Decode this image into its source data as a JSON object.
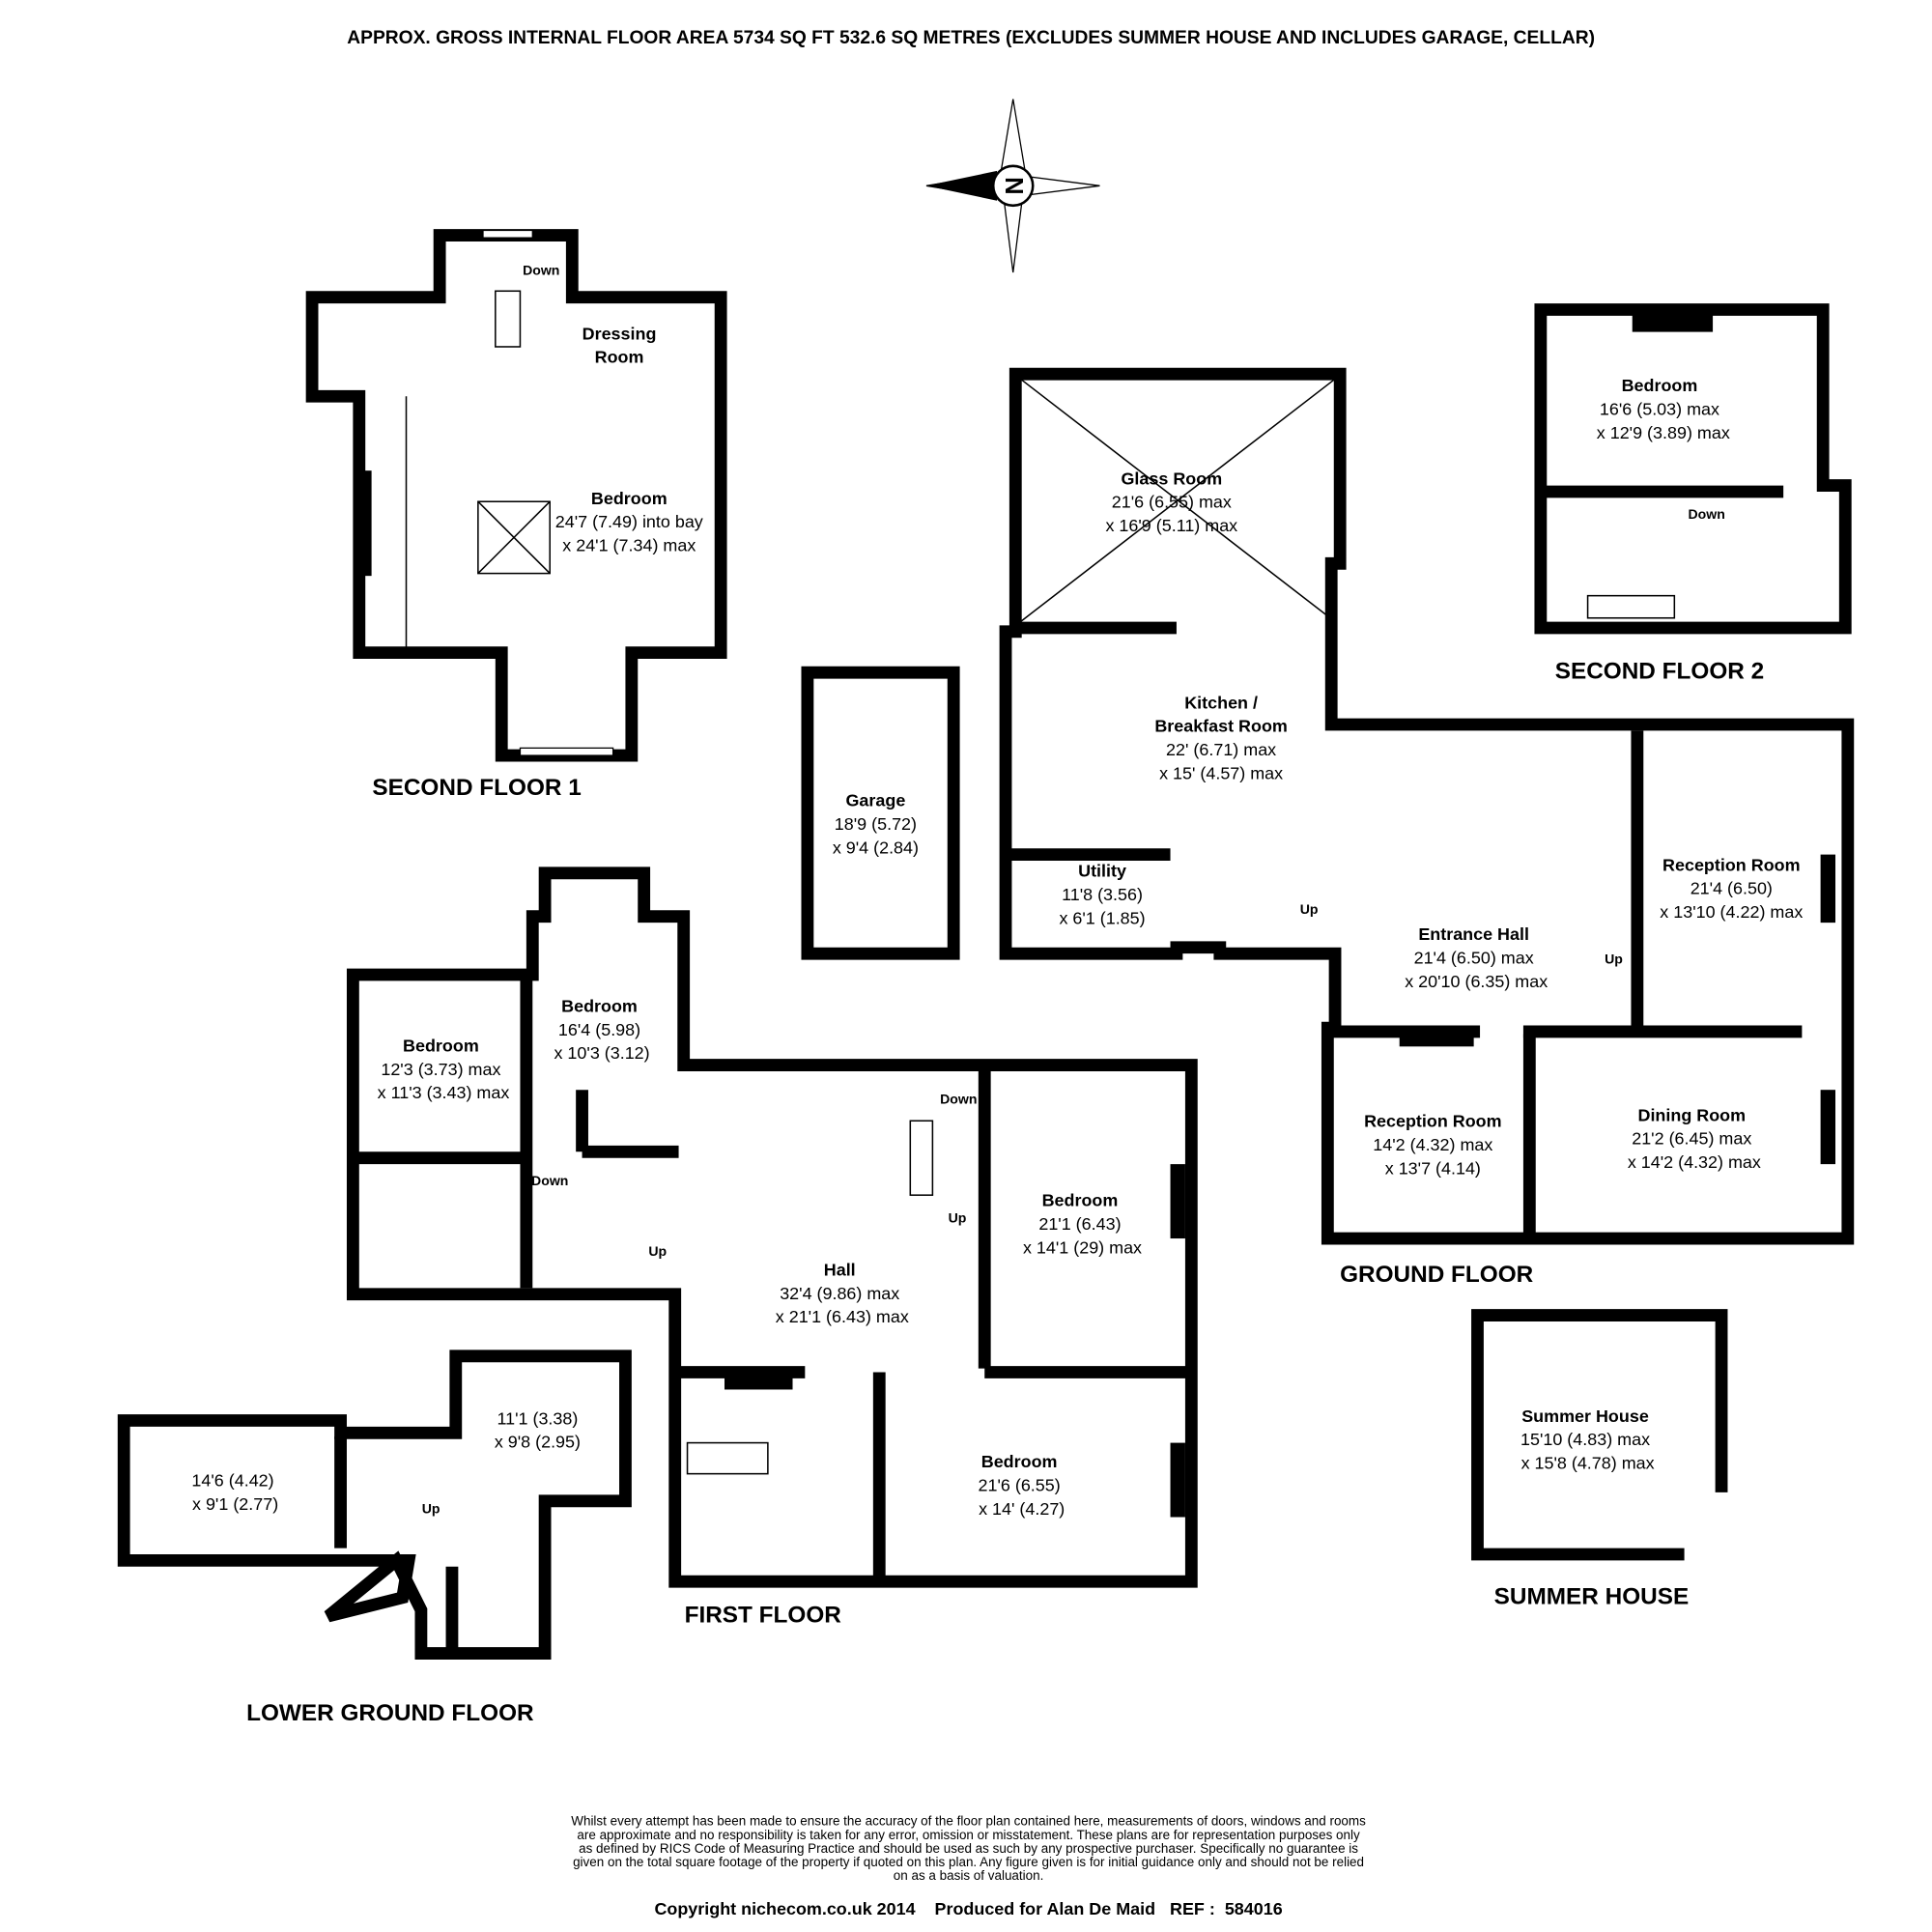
{
  "header": {
    "title": "APPROX. GROSS INTERNAL FLOOR AREA 5734 SQ FT 532.6 SQ METRES (EXCLUDES SUMMER HOUSE AND INCLUDES GARAGE, CELLAR)"
  },
  "compass": {
    "label": "N"
  },
  "second_floor_1": {
    "name": "SECOND FLOOR 1",
    "stairs_down": "Down",
    "dressing": {
      "name": "Dressing Room"
    },
    "bedroom": {
      "name": "Bedroom",
      "dim1": "24'7 (7.49) into bay",
      "dim2": "x 24'1 (7.34) max"
    }
  },
  "second_floor_2": {
    "name": "SECOND FLOOR 2",
    "stairs_down": "Down",
    "bedroom": {
      "name": "Bedroom",
      "dim1": "16'6 (5.03) max",
      "dim2": "x 12'9 (3.89) max"
    }
  },
  "ground_floor": {
    "name": "GROUND FLOOR",
    "stairs_up_1": "Up",
    "stairs_up_2": "Up",
    "glass_room": {
      "name": "Glass Room",
      "dim1": "21'6 (6.55) max",
      "dim2": "x 16'9 (5.11) max"
    },
    "kitchen": {
      "name1": "Kitchen /",
      "name2": "Breakfast Room",
      "dim1": "22' (6.71) max",
      "dim2": "x 15' (4.57) max"
    },
    "garage": {
      "name": "Garage",
      "dim1": "18'9 (5.72)",
      "dim2": "x 9'4 (2.84)"
    },
    "utility": {
      "name": "Utility",
      "dim1": "11'8 (3.56)",
      "dim2": "x 6'1 (1.85)"
    },
    "entrance_hall": {
      "name": "Entrance Hall",
      "dim1": "21'4 (6.50) max",
      "dim2": "x 20'10 (6.35) max"
    },
    "reception_1": {
      "name": "Reception Room",
      "dim1": "21'4 (6.50)",
      "dim2": "x 13'10 (4.22) max"
    },
    "reception_2": {
      "name": "Reception Room",
      "dim1": "14'2 (4.32) max",
      "dim2": "x 13'7 (4.14)"
    },
    "dining": {
      "name": "Dining Room",
      "dim1": "21'2 (6.45) max",
      "dim2": "x 14'2 (4.32) max"
    }
  },
  "first_floor": {
    "name": "FIRST FLOOR",
    "stairs_down_1": "Down",
    "stairs_down_2": "Down",
    "stairs_up_1": "Up",
    "stairs_up_2": "Up",
    "bedroom_a": {
      "name": "Bedroom",
      "dim1": "12'3 (3.73) max",
      "dim2": "x 11'3 (3.43) max"
    },
    "bedroom_b": {
      "name": "Bedroom",
      "dim1": "16'4 (5.98)",
      "dim2": "x 10'3 (3.12)"
    },
    "bedroom_c": {
      "name": "Bedroom",
      "dim1": "21'1 (6.43)",
      "dim2": "x 14'1 (29) max"
    },
    "hall": {
      "name": "Hall",
      "dim1": "32'4 (9.86) max",
      "dim2": "x 21'1 (6.43) max"
    },
    "bedroom_d": {
      "name": "Bedroom",
      "dim1": "21'6 (6.55)",
      "dim2": "x 14' (4.27)"
    }
  },
  "lower_ground_floor": {
    "name": "LOWER GROUND FLOOR",
    "stairs_up": "Up",
    "room_a": {
      "dim1": "14'6 (4.42)",
      "dim2": "x 9'1 (2.77)"
    },
    "room_b": {
      "dim1": "11'1 (3.38)",
      "dim2": "x 9'8 (2.95)"
    }
  },
  "summer_house": {
    "name": "SUMMER HOUSE",
    "room": {
      "name": "Summer House",
      "dim1": "15'10 (4.83) max",
      "dim2": "x  15'8 (4.78) max"
    }
  },
  "footer": {
    "disclaimer": [
      "Whilst every attempt has been made to ensure the accuracy of the floor plan contained here, measurements of doors, windows and rooms",
      "are approximate and no responsibility is taken for any error, omission or misstatement. These plans are for representation purposes only",
      "as defined by RICS Code of Measuring Practice and should be used as such by any prospective purchaser.  Specifically no guarantee is",
      "given on the total square footage of the property if quoted on this plan. Any figure given is for initial guidance only and should not be relied",
      "on as a basis of valuation."
    ],
    "copyright": "Copyright nichecom.co.uk 2014    Produced for Alan De Maid   REF :  584016"
  }
}
